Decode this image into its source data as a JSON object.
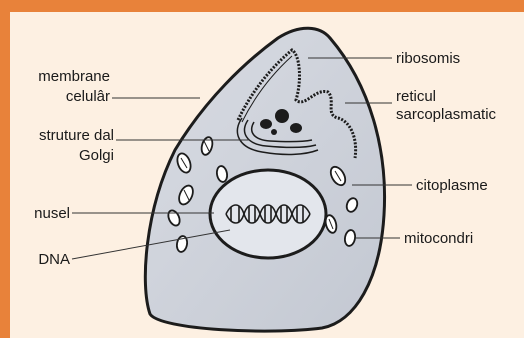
{
  "colors": {
    "frame": "#e8823a",
    "background": "#fdf0e2",
    "cytoplasm": "#cfd3dc",
    "membrane": "#1c1c1c",
    "nucleus": "#e3e6ec"
  },
  "labels": {
    "membrane": [
      "membrane",
      "celulâr"
    ],
    "golgi": [
      "struture dal",
      "Golgi"
    ],
    "nucleus": "nusel",
    "dna": "DNA",
    "ribosome": "ribosomis",
    "reticulum": [
      "reticul",
      "sarcoplasmatic"
    ],
    "cytoplasm": "citoplasme",
    "mitochondria": "mitocondri"
  }
}
